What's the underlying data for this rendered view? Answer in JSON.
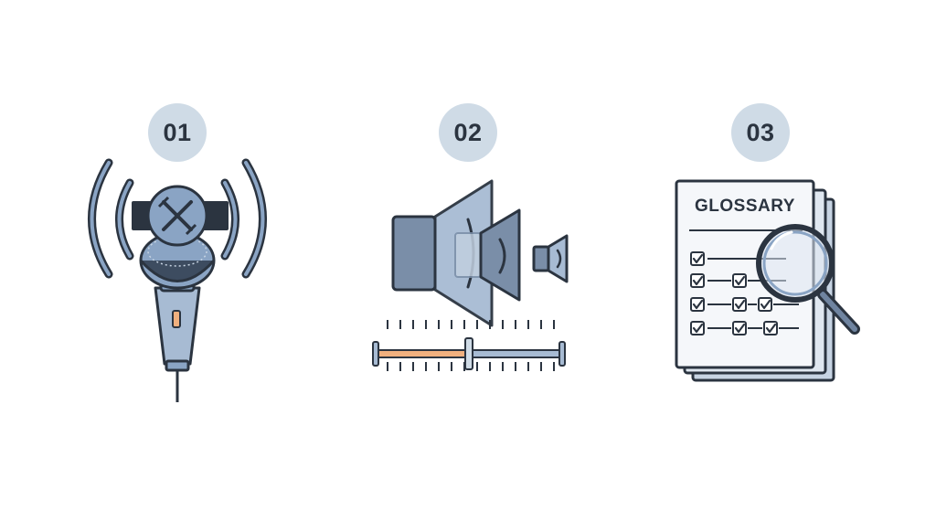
{
  "steps": [
    {
      "number": "01",
      "icon": "wireless-microphone-icon"
    },
    {
      "number": "02",
      "icon": "speaker-volume-icon"
    },
    {
      "number": "03",
      "icon": "glossary-checklist-icon"
    }
  ],
  "glossary": {
    "title": "GLOSSARY"
  },
  "colors": {
    "badge": "#cfdbe6",
    "outline": "#2b3440",
    "accent_blue": "#8aa4c4",
    "accent_orange": "#f0b07e"
  }
}
